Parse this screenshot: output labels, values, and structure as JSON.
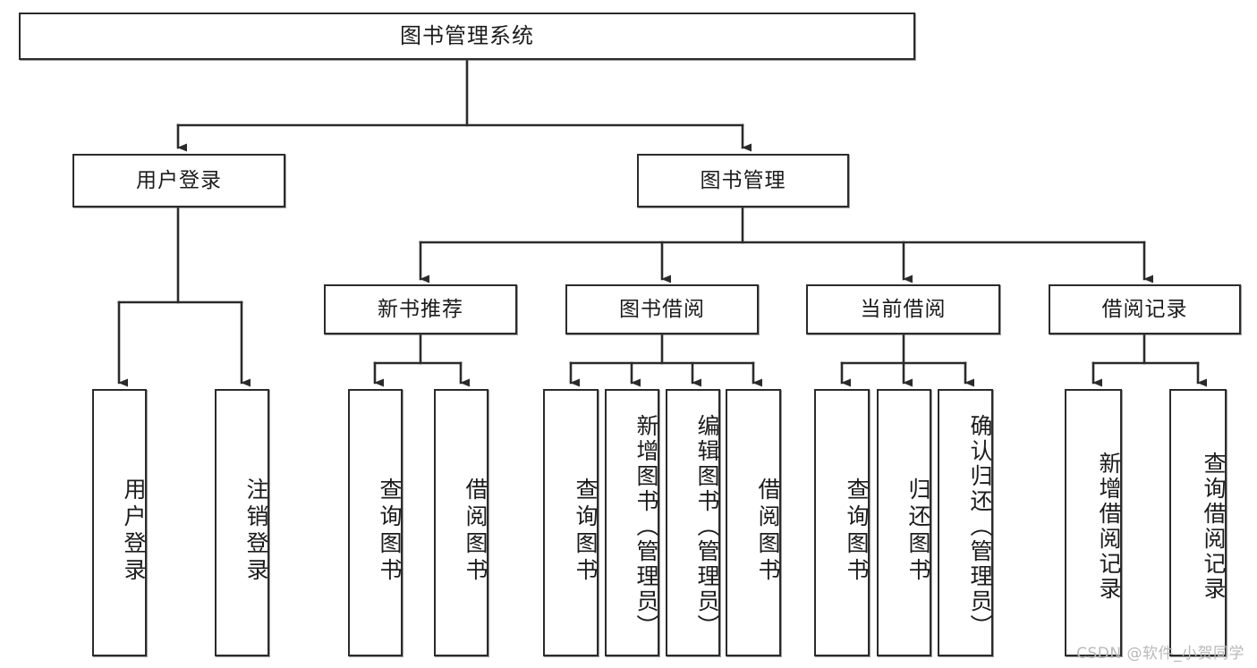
{
  "diagram": {
    "title": "图书管理系统",
    "type": "tree-hierarchy-diagram",
    "orientation": "top-down",
    "colors": {
      "box_border": "#2b2b2b",
      "box_fill": "#ffffff",
      "edge": "#2b2b2b",
      "text": "#1b1b1b",
      "watermark": "#b9b9b9"
    }
  },
  "nodes": {
    "root": {
      "label": "图书管理系统"
    },
    "level2": [
      {
        "label": "用户登录"
      },
      {
        "label": "图书管理"
      }
    ],
    "level3": [
      {
        "label": "新书推荐"
      },
      {
        "label": "图书借阅"
      },
      {
        "label": "当前借阅"
      },
      {
        "label": "借阅记录"
      }
    ],
    "leaves": {
      "user_login": [
        {
          "label": "用户登录"
        },
        {
          "label": "注销登录"
        }
      ],
      "new_book_recommend": [
        {
          "label": "查询图书"
        },
        {
          "label": "借阅图书"
        }
      ],
      "book_borrow": [
        {
          "label": "查询图书"
        },
        {
          "label": "新增图书（管理员）"
        },
        {
          "label": "编辑图书（管理员）"
        },
        {
          "label": "借阅图书"
        }
      ],
      "current_borrow": [
        {
          "label": "查询图书"
        },
        {
          "label": "归还图书"
        },
        {
          "label": "确认归还（管理员）"
        }
      ],
      "borrow_record": [
        {
          "label": "新增借阅记录"
        },
        {
          "label": "查询借阅记录"
        }
      ]
    }
  },
  "watermark": {
    "text": "CSDN @软件_小贺同学"
  }
}
